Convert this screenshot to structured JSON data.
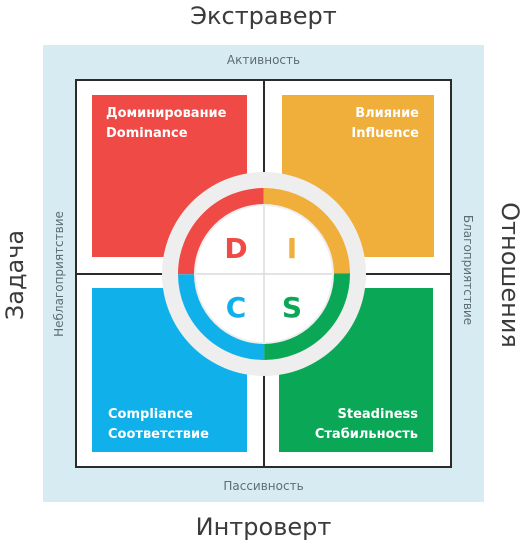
{
  "outer_labels": {
    "top": "Экстраверт",
    "bottom": "Интроверт",
    "left": "Задача",
    "right": "Отношения"
  },
  "axis_labels": {
    "top": "Активность",
    "bottom": "Пассивность",
    "left": "Неблагоприятствие",
    "right": "Благоприятствие"
  },
  "quadrants": {
    "d": {
      "line1": "Доминирование",
      "line2": "Dominance",
      "letter": "D",
      "color": "#ef4a46"
    },
    "i": {
      "line1": "Влияние",
      "line2": "Influence",
      "letter": "I",
      "color": "#f0ae3b"
    },
    "c": {
      "line1": "Compliance",
      "line2": "Соответствие",
      "letter": "C",
      "color": "#10b1eb"
    },
    "s": {
      "line1": "Steadiness",
      "line2": "Стабильность",
      "letter": "S",
      "color": "#0aa856"
    }
  },
  "colors": {
    "panel": "#d7ecf2",
    "grid_border": "#2b2b2b",
    "ring_gap": "#eeeeee"
  }
}
